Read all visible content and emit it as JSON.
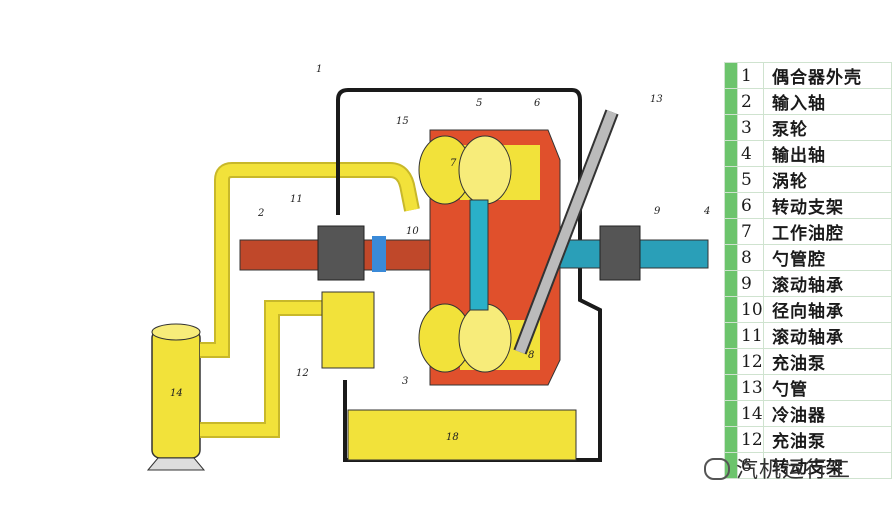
{
  "diagram": {
    "callouts": [
      "1",
      "2",
      "3",
      "4",
      "5",
      "6",
      "7",
      "8",
      "9",
      "10",
      "11",
      "12",
      "13",
      "14",
      "15",
      "18"
    ]
  },
  "legend": [
    {
      "num": "1",
      "name": "偶合器外壳"
    },
    {
      "num": "2",
      "name": "输入轴"
    },
    {
      "num": "3",
      "name": "泵轮"
    },
    {
      "num": "4",
      "name": "输出轴"
    },
    {
      "num": "5",
      "name": "涡轮"
    },
    {
      "num": "6",
      "name": "转动支架"
    },
    {
      "num": "7",
      "name": "工作油腔"
    },
    {
      "num": "8",
      "name": "勺管腔"
    },
    {
      "num": "9",
      "name": "滚动轴承"
    },
    {
      "num": "10",
      "name": "径向轴承"
    },
    {
      "num": "11",
      "name": "滚动轴承"
    },
    {
      "num": "12",
      "name": "充油泵"
    },
    {
      "num": "13",
      "name": "勺管"
    },
    {
      "num": "14",
      "name": "冷油器"
    },
    {
      "num": "12",
      "name": "充油泵"
    },
    {
      "num": "6",
      "name": "转动支架"
    }
  ],
  "watermark": "汽机运行工",
  "colors": {
    "oil": "#f2e23a",
    "pump": "#e0502c",
    "turbine": "#2ab0c8",
    "shaft_in": "#c0482a",
    "frame": "#1a1a1a"
  }
}
